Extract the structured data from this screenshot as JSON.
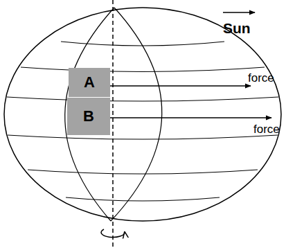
{
  "diagram": {
    "nodes": [
      {
        "text": [
          "A"
        ]
      },
      {
        "text": [
          "B"
        ]
      }
    ],
    "labels": [
      "Sun",
      "force",
      "force"
    ]
  }
}
